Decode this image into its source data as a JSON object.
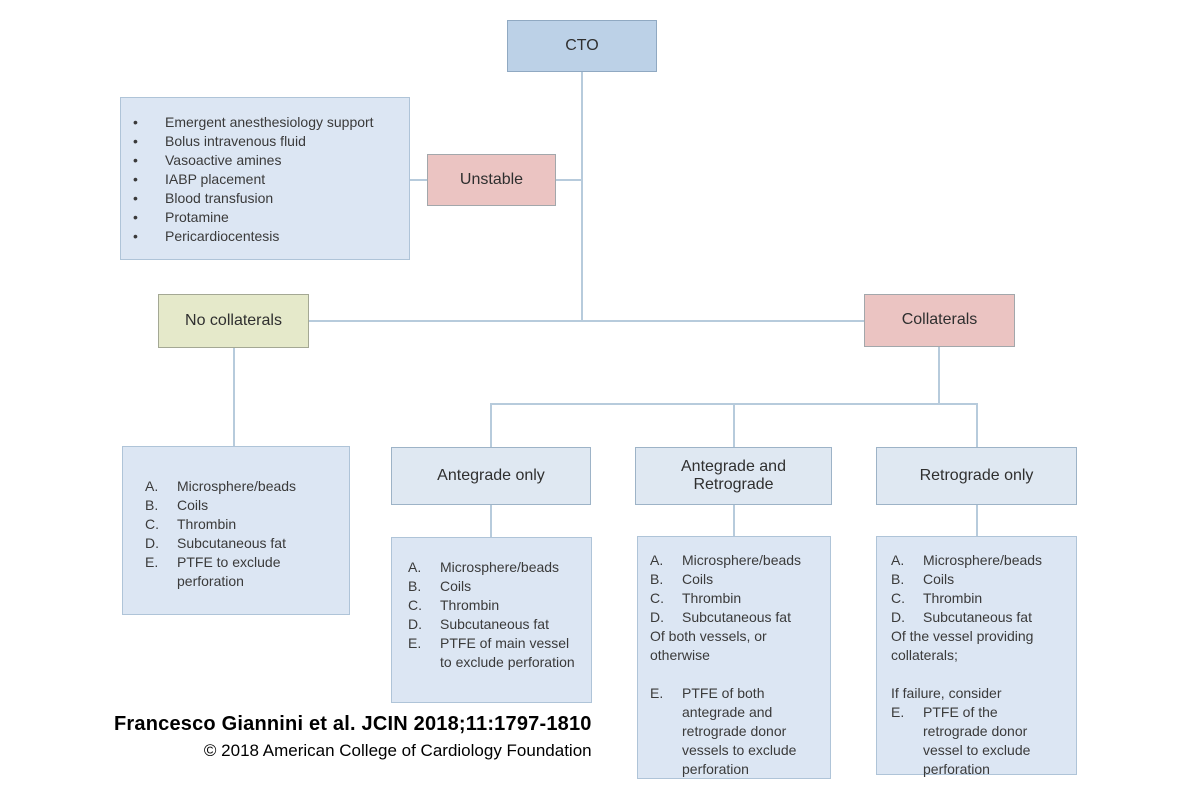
{
  "palette": {
    "node_blue": "#bcd1e7",
    "panel_blue": "#dce6f3",
    "node_pink": "#ebc4c2",
    "node_green": "#e5e9ca",
    "header_blue": "#dfe8f2",
    "connector": "#b7cbdc",
    "text": "#3a3a3a"
  },
  "nodes": {
    "cto": {
      "label": "CTO"
    },
    "unstable": {
      "label": "Unstable"
    },
    "no_collaterals": {
      "label": "No collaterals"
    },
    "collaterals": {
      "label": "Collaterals"
    },
    "antegrade_only": {
      "label": "Antegrade only"
    },
    "antegrade_retrograde": {
      "label": "Antegrade and Retrograde"
    },
    "retrograde_only": {
      "label": "Retrograde only"
    }
  },
  "lists": {
    "stabilization_measures": {
      "items": [
        {
          "m": "•",
          "t": "Emergent anesthesiology support"
        },
        {
          "m": "•",
          "t": "Bolus intravenous fluid"
        },
        {
          "m": "•",
          "t": "Vasoactive amines"
        },
        {
          "m": "•",
          "t": "IABP placement"
        },
        {
          "m": "•",
          "t": "Blood transfusion"
        },
        {
          "m": "•",
          "t": "Protamine"
        },
        {
          "m": "•",
          "t": "Pericardiocentesis"
        }
      ]
    },
    "no_collaterals_options": {
      "items": [
        {
          "m": "A.",
          "t": "Microsphere/beads"
        },
        {
          "m": "B.",
          "t": "Coils"
        },
        {
          "m": "C.",
          "t": "Thrombin"
        },
        {
          "m": "D.",
          "t": "Subcutaneous fat"
        },
        {
          "m": "E.",
          "t": "PTFE to exclude perforation"
        }
      ]
    },
    "antegrade_only_options": {
      "items": [
        {
          "m": "A.",
          "t": "Microsphere/beads"
        },
        {
          "m": "B.",
          "t": "Coils"
        },
        {
          "m": "C.",
          "t": "Thrombin"
        },
        {
          "m": "D.",
          "t": "Subcutaneous fat"
        },
        {
          "m": "E.",
          "t": "PTFE of main vessel to exclude perforation"
        }
      ]
    },
    "antegrade_retrograde_options": {
      "items": [
        {
          "m": "A.",
          "t": "Microsphere/beads"
        },
        {
          "m": "B.",
          "t": "Coils"
        },
        {
          "m": "C.",
          "t": "Thrombin"
        },
        {
          "m": "D.",
          "t": "Subcutaneous fat"
        },
        {
          "m": "",
          "t": "Of both vessels, or otherwise"
        },
        {
          "m": "",
          "t": ""
        },
        {
          "m": "E.",
          "t": "PTFE of both antegrade and retrograde donor vessels to exclude perforation"
        }
      ]
    },
    "retrograde_only_options": {
      "items": [
        {
          "m": "A.",
          "t": "Microsphere/beads"
        },
        {
          "m": "B.",
          "t": "Coils"
        },
        {
          "m": "C.",
          "t": "Thrombin"
        },
        {
          "m": "D.",
          "t": "Subcutaneous fat"
        },
        {
          "m": "",
          "t": "Of the vessel providing collaterals;"
        },
        {
          "m": "",
          "t": ""
        },
        {
          "m": "",
          "t": "If failure, consider"
        },
        {
          "m": "E.",
          "t": "PTFE of the retrograde donor vessel to exclude perforation"
        }
      ]
    }
  },
  "citation": {
    "reference": "Francesco Giannini et al. JCIN 2018;11:1797-1810",
    "copyright": "© 2018 American College of Cardiology Foundation"
  }
}
